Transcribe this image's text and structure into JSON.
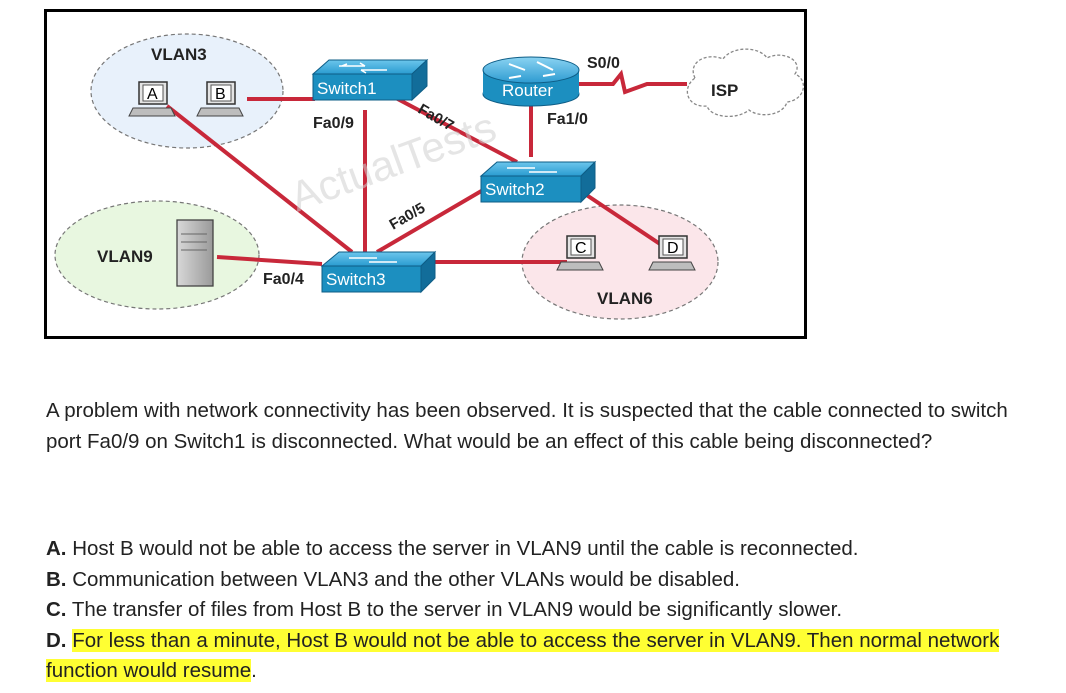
{
  "diagram": {
    "vlan3_label": "VLAN3",
    "vlan9_label": "VLAN9",
    "vlan6_label": "VLAN6",
    "isp_label": "ISP",
    "router_label": "Router",
    "switch1_label": "Switch1",
    "switch2_label": "Switch2",
    "switch3_label": "Switch3",
    "host_a": "A",
    "host_b": "B",
    "host_c": "C",
    "host_d": "D",
    "port_s00": "S0/0",
    "port_fa10": "Fa1/0",
    "port_fa09": "Fa0/9",
    "port_fa07": "Fa0/7",
    "port_fa05": "Fa0/5",
    "port_fa04": "Fa0/4",
    "watermark": "ActualTests",
    "colors": {
      "link": "#c8283a",
      "switch": "#1c8fc0",
      "vlan3_fill": "#e8f1fb",
      "vlan9_fill": "#e8f7e0",
      "vlan6_fill": "#fbe6ea"
    }
  },
  "question": {
    "text": "A problem with network connectivity has been observed. It is suspected that the cable connected to switch port Fa0/9 on Switch1 is disconnected. What would be an effect of this cable being disconnected?"
  },
  "answers": [
    {
      "letter": "A.",
      "text": " Host B would not be able to access the server in VLAN9 until the cable is reconnected."
    },
    {
      "letter": "B.",
      "text": " Communication between VLAN3 and the other VLANs would be disabled."
    },
    {
      "letter": "C.",
      "text": " The transfer of files from Host B to the server in VLAN9 would be significantly slower."
    },
    {
      "letter": "D.",
      "text": "For less than a minute, Host B would not be able to access the server in VLAN9. Then normal network function would resume",
      "end": ".",
      "highlighted": true
    }
  ]
}
